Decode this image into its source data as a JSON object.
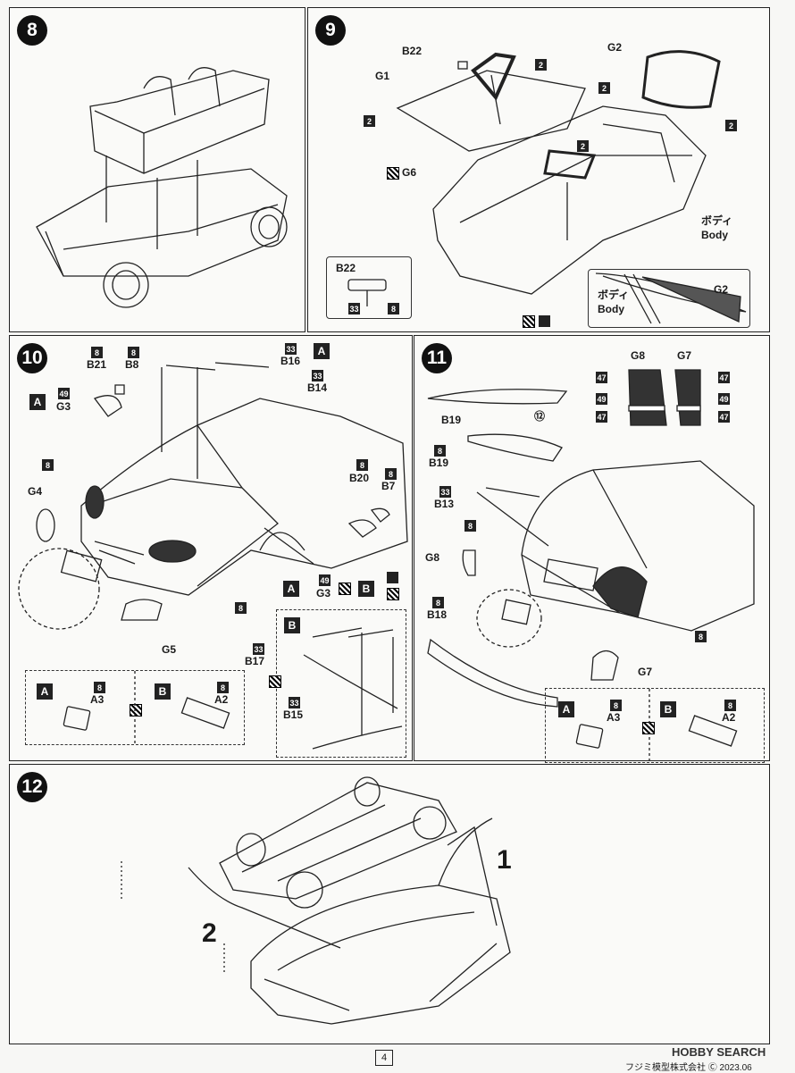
{
  "steps": {
    "s8": {
      "num": "8"
    },
    "s9": {
      "num": "9",
      "labels": {
        "b22": "B22",
        "g1": "G1",
        "g2": "G2",
        "g6": "G6",
        "body_jp": "ボディ",
        "body_en": "Body"
      },
      "detail": {
        "b22": "B22",
        "c33": "33",
        "c8": "8"
      },
      "detail2": {
        "g2": "G2",
        "body_jp": "ボディ",
        "body_en": "Body"
      },
      "codes": [
        "2",
        "2",
        "2",
        "2",
        "2"
      ]
    },
    "s10": {
      "num": "10",
      "labels": {
        "b21": "B21",
        "b8": "B8",
        "b16": "B16",
        "b14": "B14",
        "g3": "G3",
        "g4": "G4",
        "b20": "B20",
        "b7": "B7",
        "g5": "G5",
        "g3b": "G3",
        "b17": "B17",
        "b15": "B15",
        "a3": "A3",
        "a2": "A2"
      },
      "codes": {
        "c8a": "8",
        "c8b": "8",
        "c33a": "33",
        "c33b": "33",
        "c49": "49",
        "c8c": "8",
        "c8d": "8",
        "c8e": "8",
        "c8f": "8",
        "c49b": "49",
        "c33c": "33",
        "c33d": "33",
        "c8g": "8",
        "c8h": "8"
      },
      "letters": {
        "A1": "A",
        "A2": "A",
        "A3": "A",
        "A4": "A",
        "B1": "B",
        "B2": "B",
        "B3": "B"
      }
    },
    "s11": {
      "num": "11",
      "labels": {
        "g8": "G8",
        "g7": "G7",
        "b19": "B19",
        "b19b": "B19",
        "b13": "B13",
        "g8b": "G8",
        "b18": "B18",
        "g7b": "G7",
        "a3": "A3",
        "a2": "A2",
        "star12": "⑫"
      },
      "codes": {
        "c47a": "47",
        "c49a": "49",
        "c47b": "47",
        "c47c": "47",
        "c49b": "49",
        "c47d": "47",
        "c8a": "8",
        "c33": "33",
        "c8b": "8",
        "c8c": "8",
        "c8d": "8",
        "c8e": "8",
        "c8f": "8"
      },
      "letters": {
        "A": "A",
        "B": "B"
      }
    },
    "s12": {
      "num": "12",
      "marks": {
        "one": "1",
        "two": "2"
      }
    }
  },
  "footer": {
    "page": "4",
    "maker": "フジミ模型株式会社",
    "copyright": "Ⓒ 2023.06",
    "watermark": "HOBBY SEARCH"
  }
}
